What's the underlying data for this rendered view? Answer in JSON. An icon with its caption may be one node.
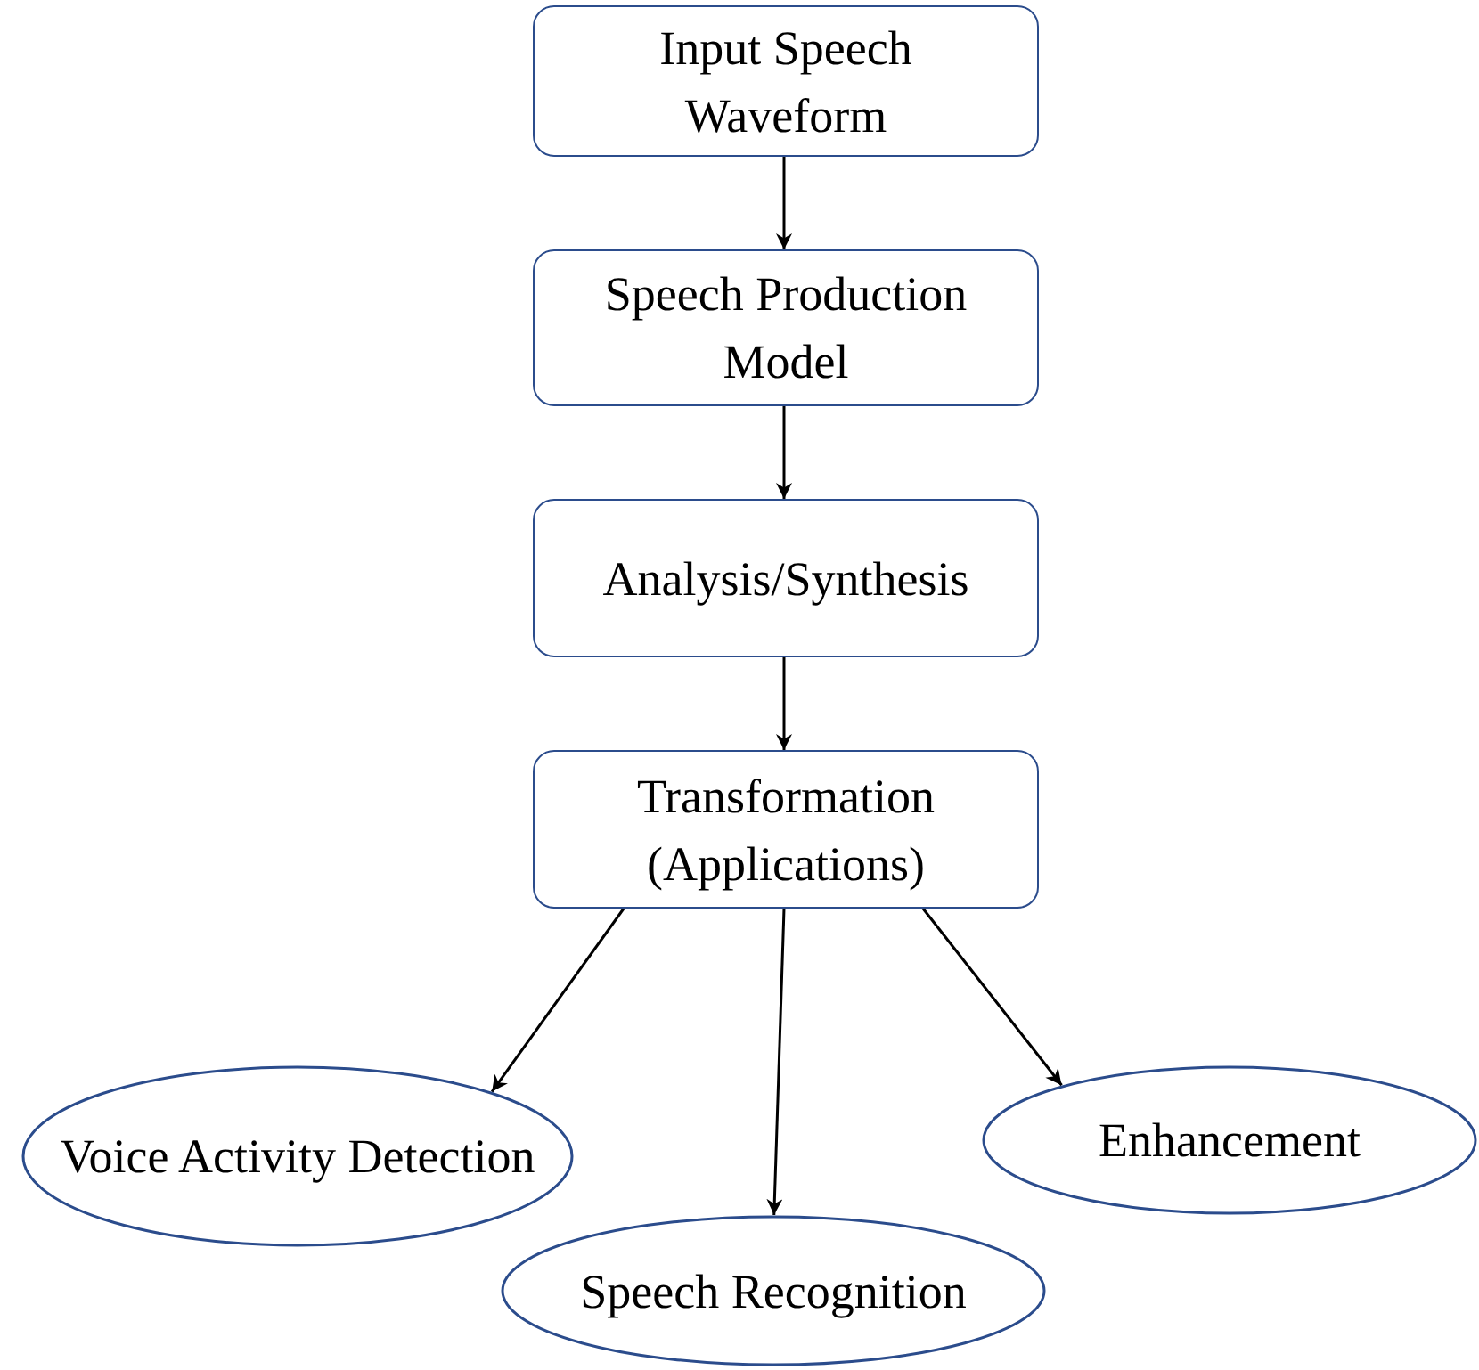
{
  "diagram": {
    "nodes": [
      {
        "text": [
          "Input Speech Waveform"
        ]
      },
      {
        "text": [
          "Speech Production Model"
        ]
      },
      {
        "text": [
          "Analysis/Synthesis"
        ]
      },
      {
        "text": [
          "Transformation (Applications)"
        ]
      },
      {
        "text": [
          "Voice Activity Detection"
        ]
      },
      {
        "text": [
          "Speech Recognition"
        ]
      },
      {
        "text": [
          "Enhancement"
        ]
      }
    ],
    "edges": [
      {
        "from": 0,
        "to": 1,
        "arrow": "to"
      },
      {
        "from": 1,
        "to": 2,
        "arrow": "to"
      },
      {
        "from": 2,
        "to": 3,
        "arrow": "to"
      },
      {
        "from": 3,
        "to": 4,
        "arrow": "to"
      },
      {
        "from": 3,
        "to": 5,
        "arrow": "to"
      },
      {
        "from": 3,
        "to": 6,
        "arrow": "to"
      }
    ]
  }
}
